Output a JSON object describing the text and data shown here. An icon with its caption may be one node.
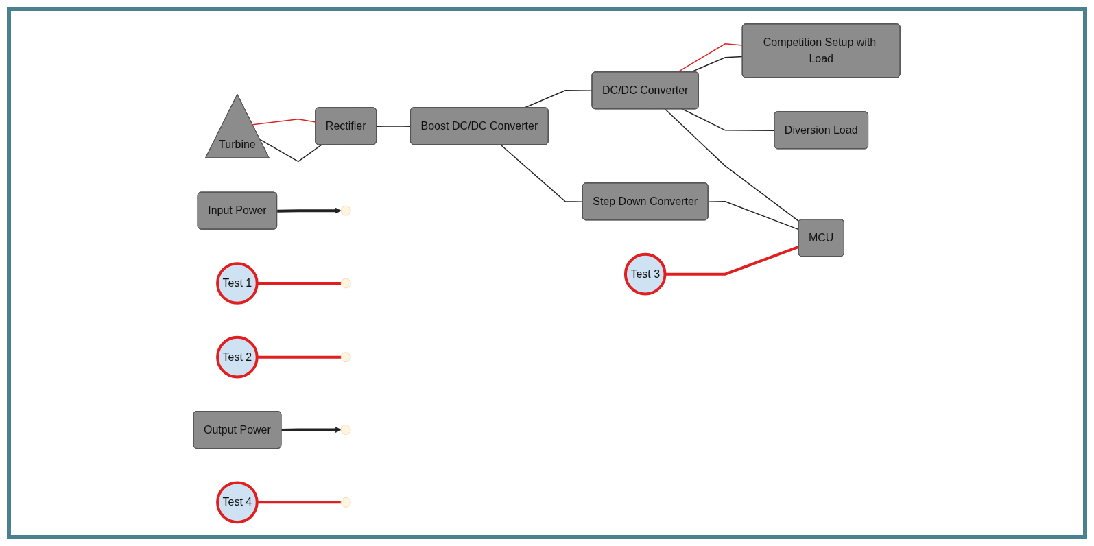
{
  "diagram": {
    "nodes": [
      {
        "text": [
          "Input Power"
        ]
      },
      {
        "text": [
          "Turbine"
        ]
      },
      {
        "text": [
          "Rectifier"
        ]
      },
      {
        "text": [
          "Boost DC/DC Converter"
        ]
      },
      {
        "text": [
          "Test 2"
        ]
      },
      {
        "text": [
          "Output Power"
        ]
      },
      {
        "text": [
          "DC/DC Converter"
        ]
      },
      {
        "text": [
          "Competition Setup with Load"
        ]
      },
      {
        "text": [
          "Step Down Converter"
        ]
      },
      {
        "text": [
          "MCU"
        ]
      },
      {
        "text": [
          "Diversion Load"
        ]
      },
      {
        "text": [
          "Test 1"
        ]
      },
      {
        "text": [
          "Test 3"
        ]
      },
      {
        "text": [
          "Test 4"
        ]
      }
    ],
    "edges": [
      {
        "from": 0,
        "to": null,
        "arrow": "to",
        "style": "thick"
      },
      {
        "from": 1,
        "to": 2,
        "arrow": "none",
        "color": "#e02020"
      },
      {
        "from": 1,
        "to": 2,
        "arrow": "none"
      },
      {
        "from": 2,
        "to": 3,
        "arrow": "none"
      },
      {
        "from": 11,
        "to": null,
        "arrow": "none",
        "style": "thick",
        "color": "#e02020"
      },
      {
        "from": 3,
        "to": 6,
        "arrow": "none"
      },
      {
        "from": 3,
        "to": 8,
        "arrow": "none"
      },
      {
        "from": 4,
        "to": null,
        "arrow": "none",
        "style": "thick",
        "color": "#e02020"
      },
      {
        "from": 5,
        "to": null,
        "arrow": "to",
        "style": "thick"
      },
      {
        "from": 6,
        "to": 7,
        "arrow": "none",
        "color": "#e02020"
      },
      {
        "from": 6,
        "to": 7,
        "arrow": "none"
      },
      {
        "from": 6,
        "to": 10,
        "arrow": "none"
      },
      {
        "from": 6,
        "to": 9,
        "arrow": "none"
      },
      {
        "from": 8,
        "to": 9,
        "arrow": "none"
      },
      {
        "from": 12,
        "to": 9,
        "arrow": "none",
        "style": "thick",
        "color": "#e02020"
      },
      {
        "from": 13,
        "to": null,
        "arrow": "none",
        "style": "thick",
        "color": "#e02020"
      }
    ]
  }
}
